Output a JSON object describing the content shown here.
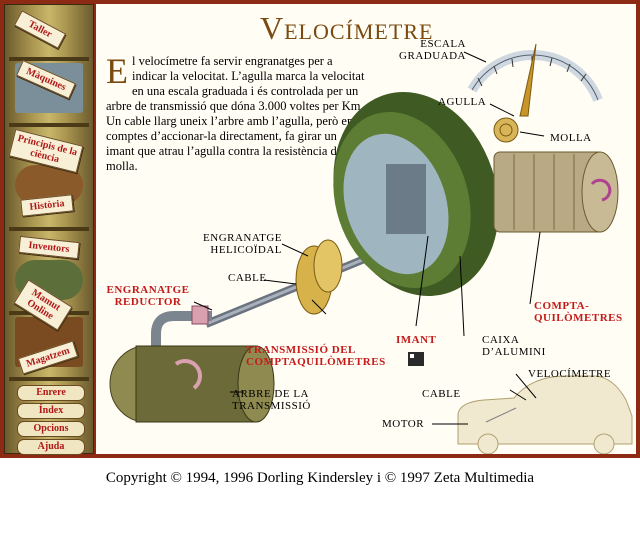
{
  "page": {
    "title": "Velocímetre",
    "intro_dropcap": "E",
    "intro_text": "l velocímetre fa servir engranatges per a indicar la velocitat. L’agulla marca la velocitat en una escala graduada i és controlada per un arbre de transmissió que dóna 3.000 voltes per Km. Un cable llarg uneix l’arbre amb l’agulla, però en comptes d’accionar-la directament, fa girar un imant que atrau l’agulla contra la resistència d’una molla."
  },
  "sidebar": {
    "tags": [
      "Taller",
      "Màquines",
      "Principis de la ciència",
      "Història",
      "Inventors",
      "Mamut Online",
      "Magatzem"
    ],
    "buttons": [
      "Enrere",
      "Índex",
      "Opcions",
      "Ajuda"
    ]
  },
  "labels": {
    "escala": "ESCALA GRADUADA",
    "agulla": "AGULLA",
    "molla": "MOLLA",
    "helicoidal": "ENGRANATGE HELICOÏDAL",
    "cable_top": "CABLE",
    "reductor": "ENGRANATGE REDUCTOR",
    "transmissio_compta": "TRANSMISSIÓ DEL COMPTAQUILÒMETRES",
    "imant": "IMANT",
    "caixa": "CAIXA D’ALUMINI",
    "comptaquilometres": "COMPTA-QUILÒMETRES",
    "arbre": "ARBRE DE LA TRANSMISSIÓ",
    "velocimetre": "VELOCÍMETRE",
    "cable_car": "CABLE",
    "motor": "MOTOR"
  },
  "footer": {
    "copyright": "Copyright © 1994, 1996 Dorling Kindersley i © 1997 Zeta Multimedia"
  },
  "colors": {
    "frame": "#8c2a14",
    "accent_red": "#c41a1a",
    "title_brown": "#7a4a10",
    "housing_green": "#4f6b2c",
    "paper": "#fffdf4"
  }
}
